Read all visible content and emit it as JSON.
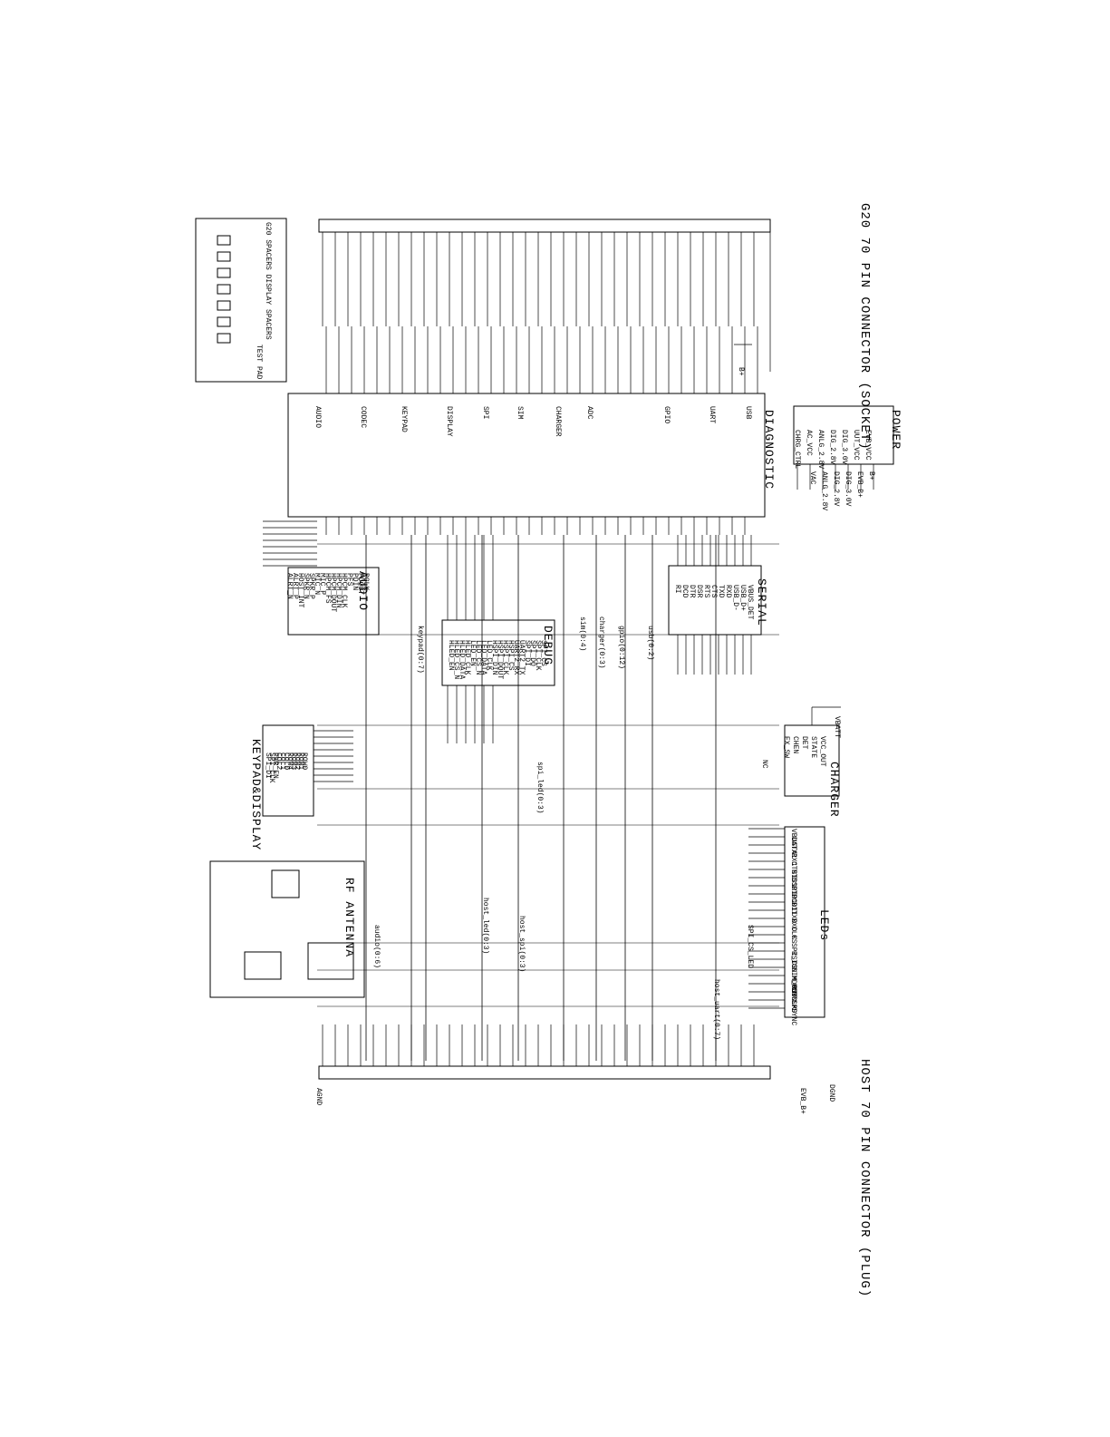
{
  "titles": {
    "g20_connector": "G20 70 PIN CONNECTOR (SOCKET)",
    "host_connector": "HOST 70 PIN CONNECTOR (PLUG)",
    "spacers": "G20 SPACERS    DISPLAY SPACERS",
    "test_pad": "TEST PAD",
    "rf_antenna": "RF ANTENNA"
  },
  "blocks": {
    "diagnostic": "DIAGNOSTIC",
    "power": "POWER",
    "serial": "SERIAL",
    "audio": "AUDIO",
    "debug": "DEBUG",
    "keypad_display": "KEYPAD&DISPLAY",
    "charger": "CHARGER",
    "leds": "LEDs"
  },
  "diagnostic_sections": [
    "USB",
    "UART",
    "GPIO",
    "ADC",
    "CHARGER",
    "SIM",
    "SPI",
    "DISPLAY",
    "KEYPAD",
    "CODEC",
    "AUDIO"
  ],
  "power_pins": [
    "EVB_VCC",
    "UUT_VCC",
    "DIG_3.0V",
    "DIG_2.8V",
    "ANLG_2.8V",
    "AC_VCC",
    "CHRG_CTRL"
  ],
  "power_rails": [
    "B+",
    "EVB_B+",
    "DIG_3.0V",
    "DIG_2.8V",
    "ANLG_2.8V",
    "VAC"
  ],
  "bus_labels": [
    "keypad(0:7)",
    "sim(0:4)",
    "charger(0:3)",
    "gpio(0:12)",
    "usb(0:2)",
    "spi_led(0:3)",
    "host_led(0:3)",
    "host_spi(0:3)",
    "host_uart(0:7)",
    "audio(0:6)"
  ],
  "nets": {
    "vbatt": "VBATT",
    "agnd": "AGND",
    "dgnd": "DGND",
    "evb_b": "EVB_B+",
    "bplus": "B+",
    "spi_cs_led": "SPI_CS_LED",
    "nc": "NC"
  },
  "leds_pins": [
    "VBUS",
    "DATA",
    "TX1",
    "RX1",
    "CTS1",
    "RTS1",
    "DSR1",
    "DTR1",
    "DCD1",
    "RI1",
    "TXD",
    "RXD",
    "CLK",
    "CS",
    "SPI_CS",
    "RST",
    "IGN",
    "SIM_RST",
    "MDOUT",
    "MDIN",
    "MCLK",
    "SPD",
    "SYNC"
  ],
  "charger_pins": [
    "VCC_OUT",
    "STATE",
    "DET",
    "CHEN",
    "EX_SW"
  ],
  "serial_pins": [
    "VBUS_DET",
    "USB_D+",
    "USB_D-",
    "RXD",
    "TXD",
    "CTS",
    "RTS",
    "DSR",
    "DTR",
    "DCD",
    "RI"
  ],
  "audio_pins": [
    "PCLK",
    "PDOUT",
    "PDIN",
    "PFS",
    "HPCM_CLK",
    "HPCM_DIN",
    "HPCM_DOUT",
    "HPCM_FS",
    "MIC_P",
    "MIC_N",
    "SPKR_P",
    "SPKR_N",
    "HOST_INT",
    "ALRT_P",
    "ALRT_N"
  ],
  "debug_pins": [
    "SPI_CS",
    "SPI_CLK",
    "SPI_DO",
    "SPI_DI",
    "UART2_TX",
    "UART2_RX",
    "HSPI_CS",
    "HSPI_CLK",
    "HSPI_DOUT",
    "HSPI_DIN",
    "LED_CLK",
    "LED_DATA",
    "LED_CS_N",
    "LED_EN",
    "HLED_CLK",
    "HLED_DATA",
    "HLED_CS_N",
    "HLED_EN"
  ],
  "keypad_pins": [
    "ROW0",
    "ROW1",
    "ROW2",
    "ROW3",
    "ROW4",
    "COL0",
    "COL1",
    "COL2",
    "PWR_EN",
    "SPI_CLK",
    "SPI_DI"
  ]
}
